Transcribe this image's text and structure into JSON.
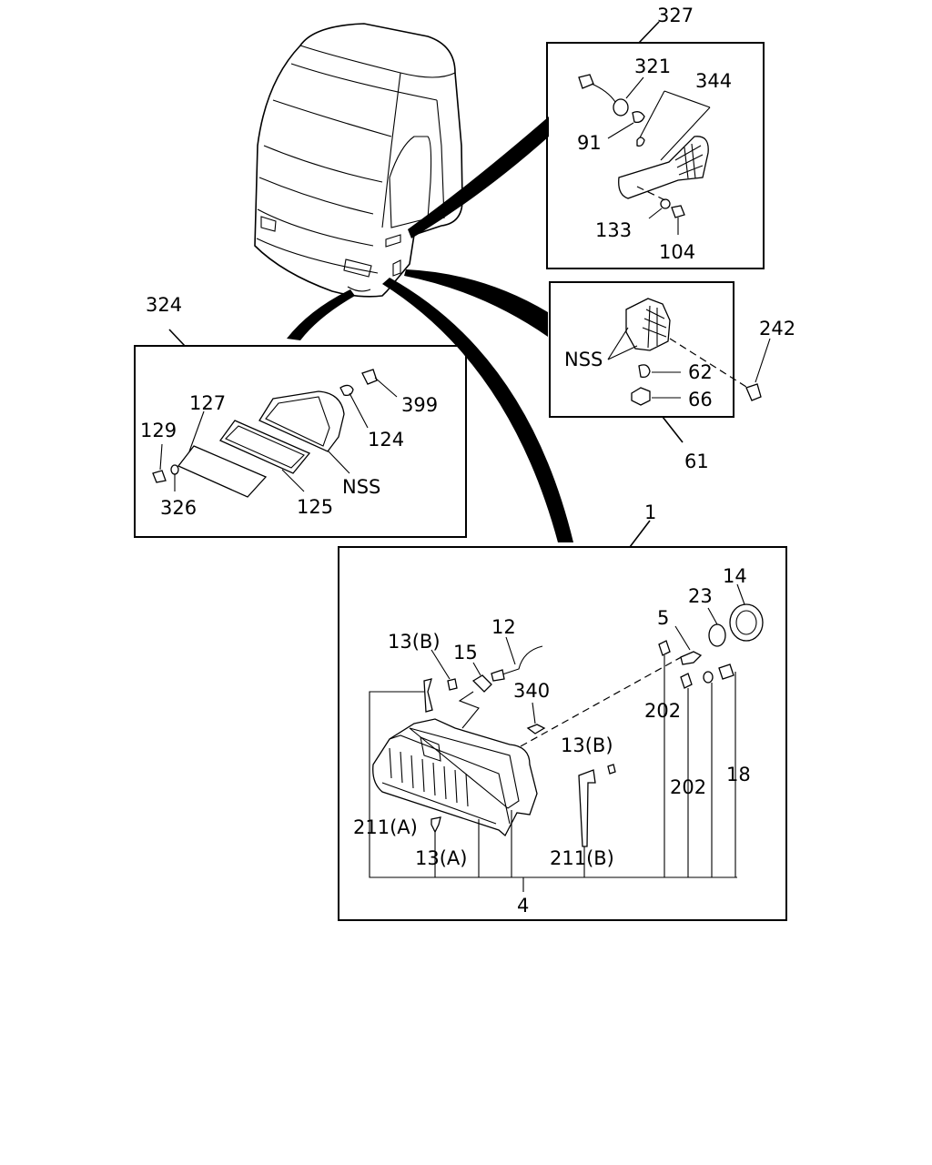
{
  "diagram": {
    "callouts": {
      "c327": "327",
      "c321": "321",
      "c344": "344",
      "c91": "91",
      "c133": "133",
      "c104": "104",
      "c324": "324",
      "c127": "127",
      "c129": "129",
      "c326": "326",
      "c125": "125",
      "c124": "124",
      "c399": "399",
      "c324nss": "NSS",
      "c242": "242",
      "c61nss": "NSS",
      "c62": "62",
      "c66": "66",
      "c61": "61",
      "c1": "1",
      "c14": "14",
      "c23": "23",
      "c5": "5",
      "c12": "12",
      "c13b_top": "13(B)",
      "c15": "15",
      "c340": "340",
      "c202a": "202",
      "c13b_mid": "13(B)",
      "c202b": "202",
      "c18": "18",
      "c211a": "211(A)",
      "c13a": "13(A)",
      "c211b": "211(B)",
      "c4": "4"
    }
  }
}
